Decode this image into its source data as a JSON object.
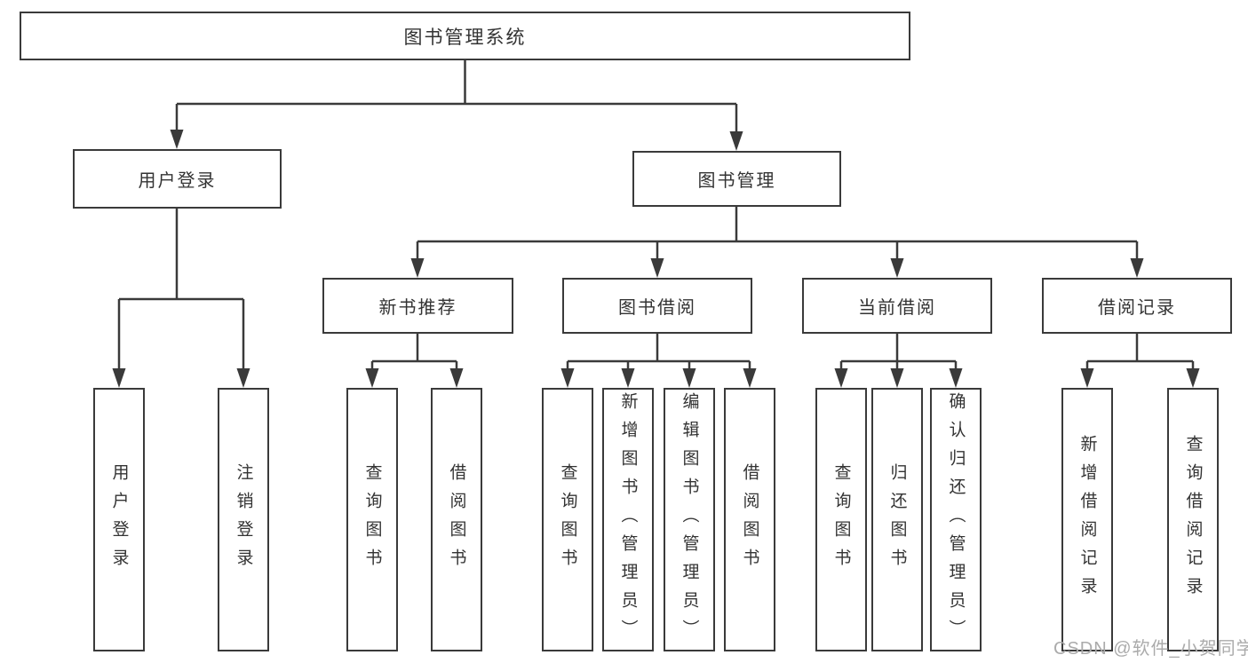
{
  "diagram": {
    "root": {
      "label": "图书管理系统"
    },
    "level2": {
      "user_login": {
        "label": "用户登录"
      },
      "book_mgmt": {
        "label": "图书管理"
      }
    },
    "level3": {
      "new_book_rec": {
        "label": "新书推荐"
      },
      "book_borrow": {
        "label": "图书借阅"
      },
      "current_borrow": {
        "label": "当前借阅"
      },
      "borrow_records": {
        "label": "借阅记录"
      }
    },
    "leaves": {
      "user_login": {
        "label": "用户登录"
      },
      "logout": {
        "label": "注销登录"
      },
      "rec_query_book": {
        "label": "查询图书"
      },
      "rec_borrow_book": {
        "label": "借阅图书"
      },
      "bb_query_book": {
        "label": "查询图书"
      },
      "bb_add_book": {
        "label": "新增图书（管理员）"
      },
      "bb_edit_book": {
        "label": "编辑图书（管理员）"
      },
      "bb_borrow_book": {
        "label": "借阅图书"
      },
      "cb_query_book": {
        "label": "查询图书"
      },
      "cb_return_book": {
        "label": "归还图书"
      },
      "cb_confirm_return": {
        "label": "确认归还（管理员）"
      },
      "br_add_record": {
        "label": "新增借阅记录"
      },
      "br_query_record": {
        "label": "查询借阅记录"
      }
    }
  },
  "watermark": "CSDN @软件_小贺同学",
  "colors": {
    "line": "#3a3a3a",
    "text": "#333333",
    "watermark": "#ababab",
    "background": "#ffffff"
  }
}
